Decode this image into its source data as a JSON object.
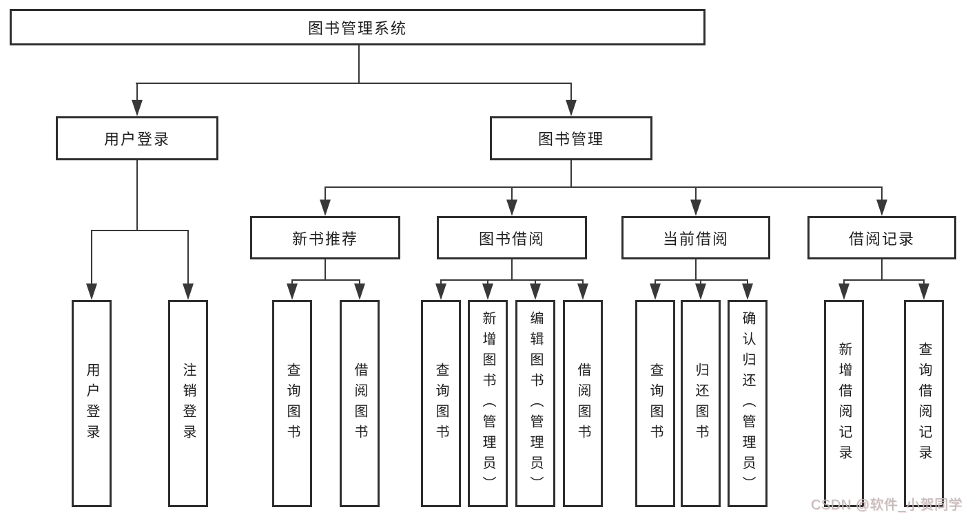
{
  "diagram": {
    "title": "图书管理系统",
    "type": "functional-structure-tree"
  },
  "nodes": {
    "root": {
      "label": "图书管理系统"
    },
    "login": {
      "label": "用户登录",
      "children": {
        "user_login": {
          "label": "用户登录"
        },
        "logout": {
          "label": "注销登录"
        }
      }
    },
    "management": {
      "label": "图书管理",
      "children": {
        "new_books": {
          "label": "新书推荐",
          "children": {
            "query_book": {
              "label": "查询图书"
            },
            "borrow_book": {
              "label": "借阅图书"
            }
          }
        },
        "borrowing": {
          "label": "图书借阅",
          "children": {
            "query_book": {
              "label": "查询图书"
            },
            "add_book": {
              "label": "新增图书（管理员）"
            },
            "edit_book": {
              "label": "编辑图书（管理员）"
            },
            "borrow_book": {
              "label": "借阅图书"
            }
          }
        },
        "current": {
          "label": "当前借阅",
          "children": {
            "query_book": {
              "label": "查询图书"
            },
            "return_book": {
              "label": "归还图书"
            },
            "confirm_return": {
              "label": "确认归还（管理员）"
            }
          }
        },
        "records": {
          "label": "借阅记录",
          "children": {
            "add_record": {
              "label": "新增借阅记录"
            },
            "query_record": {
              "label": "查询借阅记录"
            }
          }
        }
      }
    }
  },
  "watermark": {
    "text": "CSDN @软件_小贺同学"
  },
  "colors": {
    "background": "#ffffff",
    "line": "#383838",
    "box_border": "#2e2e2e",
    "text": "#1e1e1e",
    "watermark": "#bcbcbc"
  }
}
